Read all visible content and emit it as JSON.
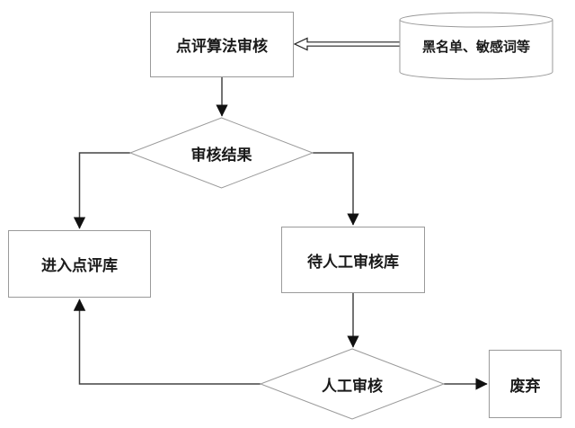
{
  "colors": {
    "background": "#ffffff",
    "shape_border": "#9a9a9a",
    "connector": "#444444",
    "arrowhead": "#111111",
    "text": "#1a1a1a"
  },
  "nodes": {
    "algo_review": {
      "label": "点评算法审核",
      "shape": "rectangle"
    },
    "blacklist_db": {
      "label": "黑名单、敏感词等",
      "shape": "cylinder"
    },
    "review_result": {
      "label": "审核结果",
      "shape": "diamond"
    },
    "review_lib": {
      "label": "进入点评库",
      "shape": "rectangle"
    },
    "manual_queue": {
      "label": "待人工审核库",
      "shape": "rectangle"
    },
    "manual_review": {
      "label": "人工审核",
      "shape": "diamond"
    },
    "discard": {
      "label": "废弃",
      "shape": "rectangle"
    }
  },
  "edges": [
    {
      "from": "blacklist_db",
      "to": "algo_review",
      "style": "hollow-double-line-arrow"
    },
    {
      "from": "algo_review",
      "to": "review_result",
      "style": "solid-arrow"
    },
    {
      "from": "review_result",
      "to": "review_lib",
      "style": "solid-arrow"
    },
    {
      "from": "review_result",
      "to": "manual_queue",
      "style": "solid-arrow"
    },
    {
      "from": "manual_queue",
      "to": "manual_review",
      "style": "solid-arrow"
    },
    {
      "from": "manual_review",
      "to": "discard",
      "style": "solid-arrow"
    },
    {
      "from": "manual_review",
      "to": "review_lib",
      "style": "solid-arrow"
    }
  ]
}
